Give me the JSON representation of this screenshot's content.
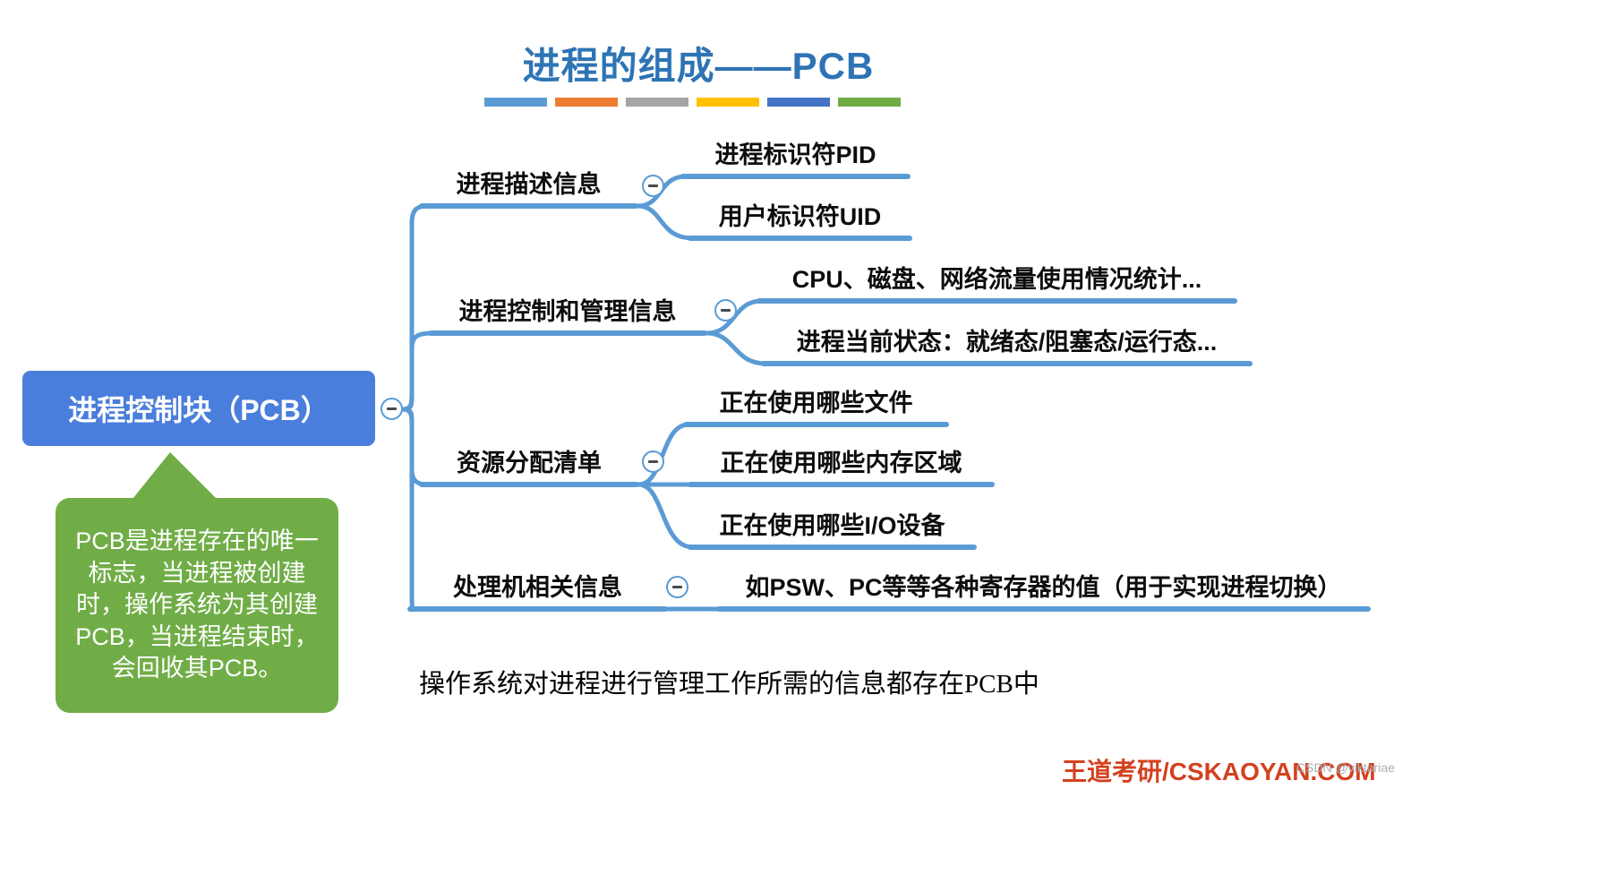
{
  "page": {
    "title": "进程的组成——PCB",
    "caption": "操作系统对进程进行管理工作所需的信息都存在PCB中",
    "footer": "王道考研/CSKAOYAN.COM",
    "watermark": "CSDN @viktoriae"
  },
  "colors": {
    "title_text": "#2E74B5",
    "branch_line": "#5B9BD5",
    "root_fill": "#4A7EDC",
    "note_fill": "#70AD47",
    "footer_text": "#D3411F",
    "bars": [
      "#5B9BD5",
      "#ED7D31",
      "#A5A5A5",
      "#FFC000",
      "#4472C4",
      "#70AD47"
    ]
  },
  "root": {
    "label": "进程控制块（PCB）"
  },
  "note": {
    "text": "PCB是进程存在的唯一标志，当进程被创建时，操作系统为其创建PCB，当进程结束时，会回收其PCB。"
  },
  "branches": [
    {
      "label": "进程描述信息",
      "children": [
        "进程标识符PID",
        "用户标识符UID"
      ]
    },
    {
      "label": "进程控制和管理信息",
      "children": [
        "CPU、磁盘、网络流量使用情况统计...",
        "进程当前状态：就绪态/阻塞态/运行态..."
      ]
    },
    {
      "label": "资源分配清单",
      "children": [
        "正在使用哪些文件",
        "正在使用哪些内存区域",
        "正在使用哪些I/O设备"
      ]
    },
    {
      "label": "处理机相关信息",
      "children": [
        "如PSW、PC等等各种寄存器的值（用于实现进程切换）"
      ]
    }
  ]
}
